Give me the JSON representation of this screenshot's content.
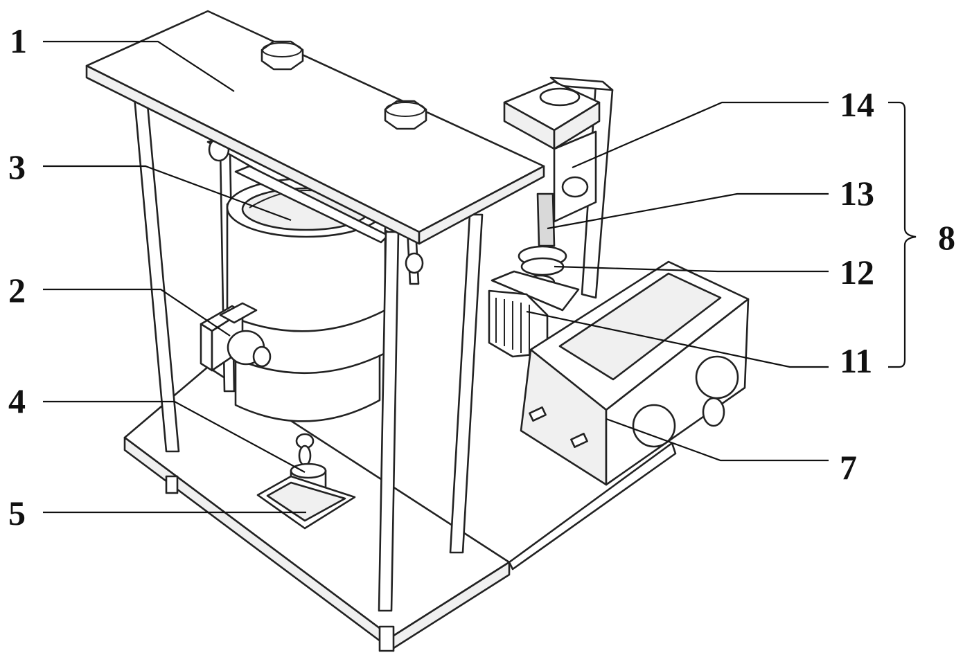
{
  "figure": {
    "labels": {
      "l1": "1",
      "l2": "2",
      "l3": "3",
      "l4": "4",
      "l5": "5",
      "l7": "7",
      "l8": "8",
      "l11": "11",
      "l12": "12",
      "l13": "13",
      "l14": "14"
    },
    "colors": {
      "line": "#222222",
      "fill": "#ffffff",
      "shade": "#f0f0f0"
    }
  }
}
